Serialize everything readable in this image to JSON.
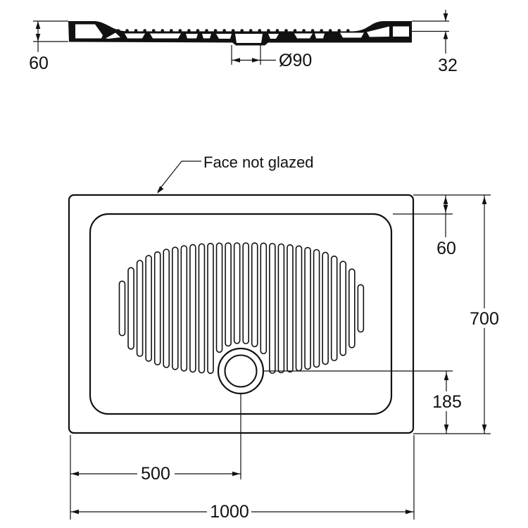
{
  "annotation": "Face not glazed",
  "section_view": {
    "dims": {
      "height": "60",
      "rim_height": "32",
      "drain_diameter": "Ø90"
    }
  },
  "plan_view": {
    "dims": {
      "top_inset": "60",
      "depth": "700",
      "drain_from_bottom": "185",
      "drain_from_left": "500",
      "width": "1000"
    }
  },
  "colors": {
    "line": "#111111",
    "background": "#ffffff"
  }
}
